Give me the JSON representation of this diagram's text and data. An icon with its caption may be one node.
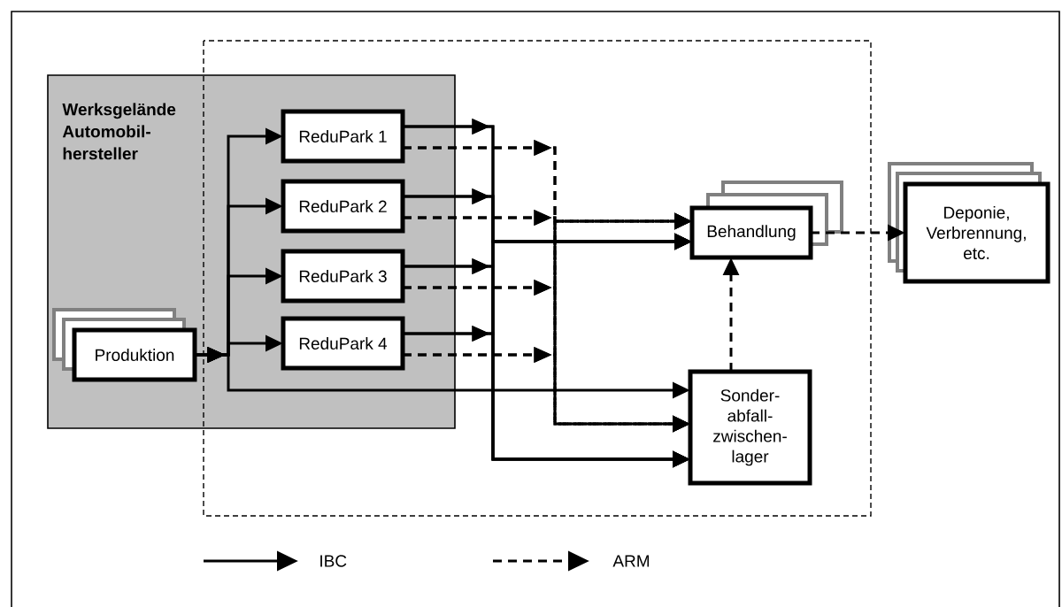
{
  "diagram": {
    "nodes": [
      {
        "text": [
          "Werksgelände Automobil- hersteller"
        ]
      },
      {
        "text": [
          "Produktion"
        ],
        "in": 0
      },
      {
        "text": [
          "ReduPark 1"
        ],
        "in": 0
      },
      {
        "text": [
          "ReduPark 2"
        ],
        "in": 0
      },
      {
        "text": [
          "ReduPark 3"
        ],
        "in": 0
      },
      {
        "text": [
          "ReduPark 4"
        ],
        "in": 0
      },
      {
        "text": [
          "Behandlung"
        ]
      },
      {
        "text": [
          "Sonder- abfall- zwischen- lager"
        ]
      },
      {
        "text": [
          "Deponie, Verbrennung, etc."
        ]
      }
    ],
    "edges": [
      {
        "from": 1,
        "to": 2,
        "arrow": "to"
      },
      {
        "from": 1,
        "to": 3,
        "arrow": "to"
      },
      {
        "from": 1,
        "to": 4,
        "arrow": "to"
      },
      {
        "from": 1,
        "to": 5,
        "arrow": "to"
      },
      {
        "from": 1,
        "to": 7,
        "arrow": "to"
      },
      {
        "from": 2,
        "to": 6,
        "arrow": "to"
      },
      {
        "from": 3,
        "to": 6,
        "arrow": "to"
      },
      {
        "from": 4,
        "to": 6,
        "arrow": "to"
      },
      {
        "from": 5,
        "to": 6,
        "arrow": "to"
      },
      {
        "from": 2,
        "to": 7,
        "arrow": "to"
      },
      {
        "from": 3,
        "to": 7,
        "arrow": "to"
      },
      {
        "from": 4,
        "to": 7,
        "arrow": "to"
      },
      {
        "from": 5,
        "to": 7,
        "arrow": "to"
      },
      {
        "from": 2,
        "to": 6,
        "arrow": "to",
        "style": "dashed"
      },
      {
        "from": 3,
        "to": 6,
        "arrow": "to",
        "style": "dashed"
      },
      {
        "from": 4,
        "to": 6,
        "arrow": "to",
        "style": "dashed"
      },
      {
        "from": 5,
        "to": 6,
        "arrow": "to",
        "style": "dashed"
      },
      {
        "from": 2,
        "to": 7,
        "arrow": "to",
        "style": "dashed"
      },
      {
        "from": 3,
        "to": 7,
        "arrow": "to",
        "style": "dashed"
      },
      {
        "from": 4,
        "to": 7,
        "arrow": "to",
        "style": "dashed"
      },
      {
        "from": 5,
        "to": 7,
        "arrow": "to",
        "style": "dashed"
      },
      {
        "from": 7,
        "to": 6,
        "arrow": "to",
        "style": "dashed"
      },
      {
        "from": 6,
        "to": 8,
        "arrow": "to",
        "style": "dashed"
      }
    ],
    "legend": [
      {
        "text": "IBC"
      },
      {
        "text": "ARM"
      }
    ]
  }
}
